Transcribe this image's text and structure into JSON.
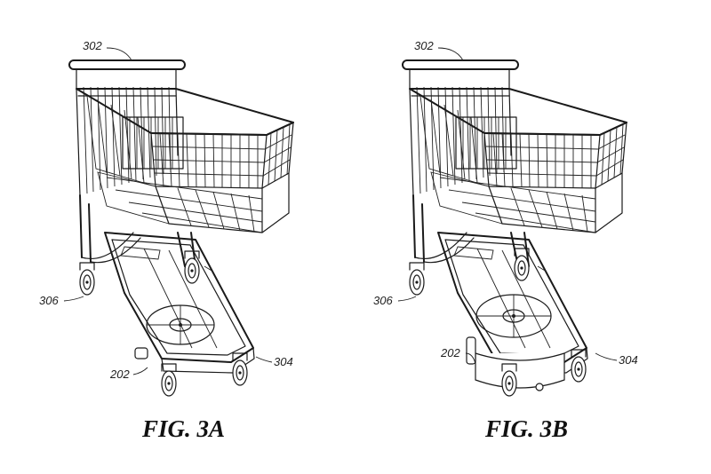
{
  "figures": [
    {
      "id": "a",
      "caption": "FIG. 3A",
      "labels": {
        "handle": "302",
        "base": "304",
        "wheel": "306",
        "device": "202"
      }
    },
    {
      "id": "b",
      "caption": "FIG. 3B",
      "labels": {
        "handle": "302",
        "base": "304",
        "wheel": "306",
        "device": "202"
      }
    }
  ]
}
